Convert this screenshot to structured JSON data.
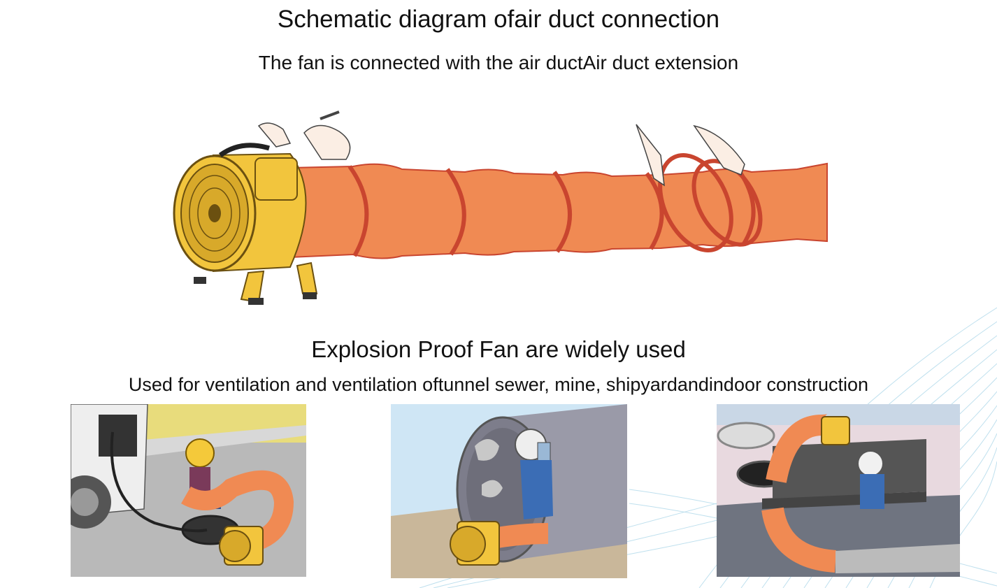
{
  "header": {
    "title": "Schematic diagram ofair duct connection",
    "subtitle": "The fan is connected with the air ductAir duct extension"
  },
  "usage": {
    "title": "Explosion Proof Fan are widely used",
    "subtitle": "Used for ventilation and ventilation oftunnel sewer, mine, shipyardandindoor construction"
  },
  "colors": {
    "duct": "#f08a53",
    "duct_ring": "#c9452f",
    "fan": "#f2c53d",
    "fan_dark": "#b88c1a",
    "deco_lines": "#bfe0ee"
  },
  "icons": {
    "fan": "axial-fan-icon",
    "duct": "flexible-duct-icon",
    "worker": "worker-icon"
  }
}
